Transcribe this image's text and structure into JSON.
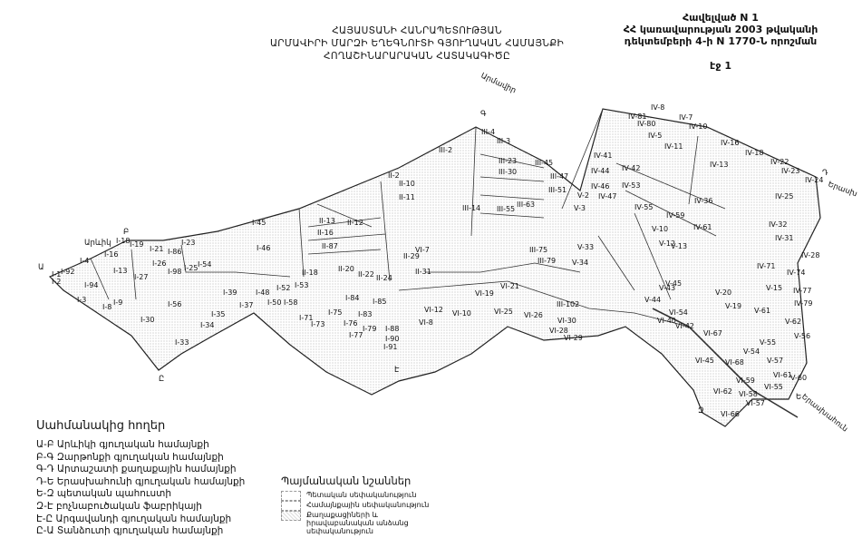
{
  "header": {
    "title_lines": [
      "ՀԱՅԱՍՏԱՆԻ ՀԱՆՐԱՊԵՏՈՒԹՅԱՆ",
      "ԱՐՄԱՎԻՐԻ ՄԱՐԶԻ ԵՂԵԳՆՈՒՏԻ ԳՅՈՒՂԱԿԱՆ ՀԱՄԱՅՆՔԻ",
      "ՀՈՂԱՇԻՆԱՐԱՐԱԿԱՆ ՀԱՏԱԿԱԳԻԾԸ"
    ],
    "annex_lines": [
      "Հավելված N 1",
      "ՀՀ կառավարության 2003 թվականի",
      "դեկտեմբերի 4-ի N 1770-Ն որոշման"
    ],
    "page": "էջ 1"
  },
  "map": {
    "places": [
      "Արևիկ",
      "Արմավիր",
      "Երասխ",
      "Երասխահուն"
    ],
    "corner_letters": [
      "Ա",
      "Բ",
      "Գ",
      "Դ",
      "Ե",
      "Զ",
      "Է",
      "Ը"
    ],
    "parcels": [
      "I-45",
      "I-46",
      "I-18",
      "I-19",
      "I-21",
      "I-23",
      "I-86",
      "I-16",
      "I-4",
      "I-92",
      "I-1",
      "I-2",
      "I-13",
      "I-26",
      "I-98",
      "I-25",
      "I-54",
      "I-27",
      "I-94",
      "I-3",
      "I-8",
      "I-9",
      "I-56",
      "I-39",
      "I-48",
      "I-52",
      "I-53",
      "I-50",
      "I-58",
      "I-37",
      "I-30",
      "I-35",
      "I-34",
      "I-33",
      "I-84",
      "I-85",
      "I-75",
      "I-83",
      "I-71",
      "I-73",
      "I-76",
      "I-79",
      "I-77",
      "I-88",
      "I-90",
      "I-91",
      "II-13",
      "II-12",
      "II-16",
      "II-18",
      "II-20",
      "II-22",
      "II-24",
      "II-29",
      "II-87",
      "II-2",
      "II-10",
      "II-11",
      "II-31",
      "III-2",
      "III-4",
      "III-3",
      "III-23",
      "III-30",
      "III-45",
      "III-47",
      "III-51",
      "III-55",
      "III-63",
      "III-14",
      "III-102",
      "III-75",
      "III-79",
      "IV-8",
      "IV-7",
      "IV-81",
      "IV-80",
      "IV-5",
      "IV-11",
      "IV-10",
      "IV-16",
      "IV-18",
      "IV-22",
      "IV-23",
      "IV-24",
      "IV-13",
      "IV-41",
      "IV-44",
      "IV-42",
      "IV-53",
      "IV-46",
      "IV-47",
      "IV-25",
      "IV-36",
      "IV-55",
      "IV-59",
      "IV-61",
      "IV-32",
      "IV-31",
      "IV-28",
      "IV-71",
      "IV-74",
      "IV-77",
      "IV-79",
      "V-3",
      "V-2",
      "V-10",
      "V-12",
      "V-13",
      "V-33",
      "V-34",
      "V-44",
      "V-45",
      "V-43",
      "V-20",
      "V-19",
      "V-61",
      "V-62",
      "V-56",
      "V-55",
      "V-54",
      "V-57",
      "V-60",
      "V-15",
      "VI-7",
      "VI-8",
      "VI-10",
      "VI-12",
      "VI-19",
      "VI-21",
      "VI-25",
      "VI-26",
      "VI-28",
      "VI-29",
      "VI-30",
      "VI-40",
      "VI-42",
      "VI-54",
      "VI-67",
      "VI-68",
      "VI-45",
      "VI-59",
      "VI-61",
      "VI-55",
      "VI-62",
      "VI-58",
      "VI-57",
      "VI-66"
    ]
  },
  "legend_neighbors": {
    "heading": "Սահմանակից հողեր",
    "items": [
      "Ա-Բ  Արևիկի գյուղական համայնքի",
      "Բ-Գ  Զարթոնքի գյուղական համայնքի",
      "Գ-Դ  Արտաշատի քաղաքային համայնքի",
      "Դ-Ե  Երասխահունի գյուղական համայնքի",
      "Ե-Զ  պետական պահուստի",
      "Զ-Է  բոչնաբուծական ֆաբրիկայի",
      "Է-Ը  Արգավանդի գյուղական համայնքի",
      "Ը-Ա  Տանձուտի գյուղական համայնքի"
    ]
  },
  "legend_symbols": {
    "heading": "Պայմանական նշաններ",
    "items": [
      "Պետական սեփականություն",
      "Համայնքային սեփականություն",
      "Քաղաքացիների և իրավաբանական անձանց սեփականություն"
    ]
  }
}
